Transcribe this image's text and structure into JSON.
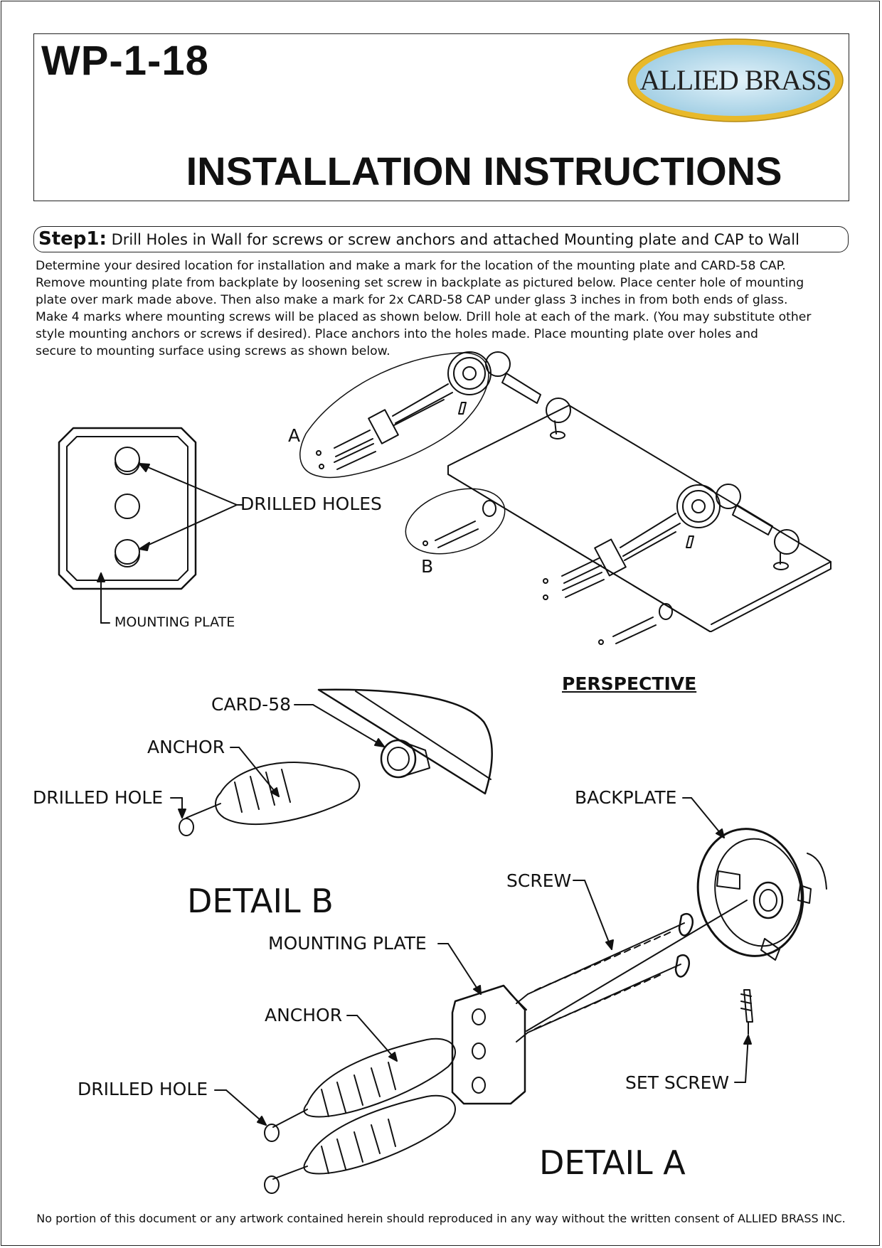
{
  "header": {
    "model": "WP-1-18",
    "title": "INSTALLATION INSTRUCTIONS",
    "logo_text": "ALLIED BRASS"
  },
  "step1": {
    "label": "Step1:",
    "heading": "Drill Holes in Wall for screws or screw anchors and attached Mounting plate and CAP to Wall",
    "text": "Determine your desired location for installation and make a mark for the location of the mounting plate and CARD-58 CAP.\nRemove mounting plate from backplate by loosening set screw in backplate as pictured below. Place center hole of mounting\nplate over mark made above. Then also make a mark for 2x CARD-58 CAP under glass 3 inches in from both ends of glass.\nMake 4 marks where mounting screws will be placed as shown below. Drill hole at each of the mark. (You may substitute other\nstyle mounting anchors or screws if desired). Place anchors into the holes made. Place mounting plate over holes and\nsecure to mounting surface using screws as shown below."
  },
  "labels": {
    "drilled_holes": "DRILLED HOLES",
    "mounting_plate_small": "MOUNTING PLATE",
    "callout_a": "A",
    "callout_b": "B",
    "perspective": "PERSPECTIVE",
    "card58": "CARD-58",
    "anchor_b": "ANCHOR",
    "drilled_hole_b": "DRILLED HOLE",
    "detail_b": "DETAIL B",
    "backplate": "BACKPLATE",
    "screw": "SCREW",
    "mounting_plate_a": "MOUNTING PLATE",
    "anchor_a": "ANCHOR",
    "drilled_hole_a": "DRILLED HOLE",
    "set_screw": "SET SCREW",
    "detail_a": "DETAIL A"
  },
  "footer": {
    "text": "No portion of this document or any artwork contained herein should reproduced in any way without the written consent of ALLIED BRASS INC."
  },
  "colors": {
    "logo_gold": "#e8b92a",
    "logo_blue": "#bfe0ef",
    "ink": "#111111"
  }
}
